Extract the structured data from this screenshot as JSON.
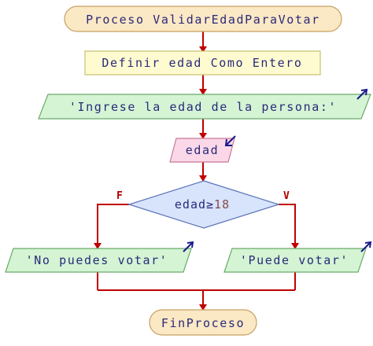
{
  "flowchart": {
    "start": {
      "text": "Proceso ValidarEdadParaVotar"
    },
    "define": {
      "text": "Definir edad Como Entero"
    },
    "output_prompt": {
      "text": "'Ingrese la edad de la persona:'"
    },
    "input": {
      "text": "edad"
    },
    "decision": {
      "variable": "edad",
      "operator": "≥",
      "value": "18",
      "false_label": "F",
      "true_label": "V"
    },
    "output_false": {
      "text": "'No puedes votar'"
    },
    "output_true": {
      "text": "'Puede votar'"
    },
    "end": {
      "text": "FinProceso"
    }
  },
  "colors": {
    "terminal_fill": "#fbe8c4",
    "terminal_stroke": "#c8a064",
    "process_fill": "#fffbd0",
    "process_stroke": "#c8c070",
    "output_fill": "#d4f4d4",
    "output_stroke": "#6aaa6a",
    "input_fill": "#fbd8e8",
    "input_stroke": "#c87898",
    "decision_fill": "#d8e4fc",
    "decision_stroke": "#5a74b8",
    "arrow": "#c00000",
    "io_arrow": "#1a1a8a",
    "text": "#2a2a7a",
    "number": "#8a4a4a"
  }
}
